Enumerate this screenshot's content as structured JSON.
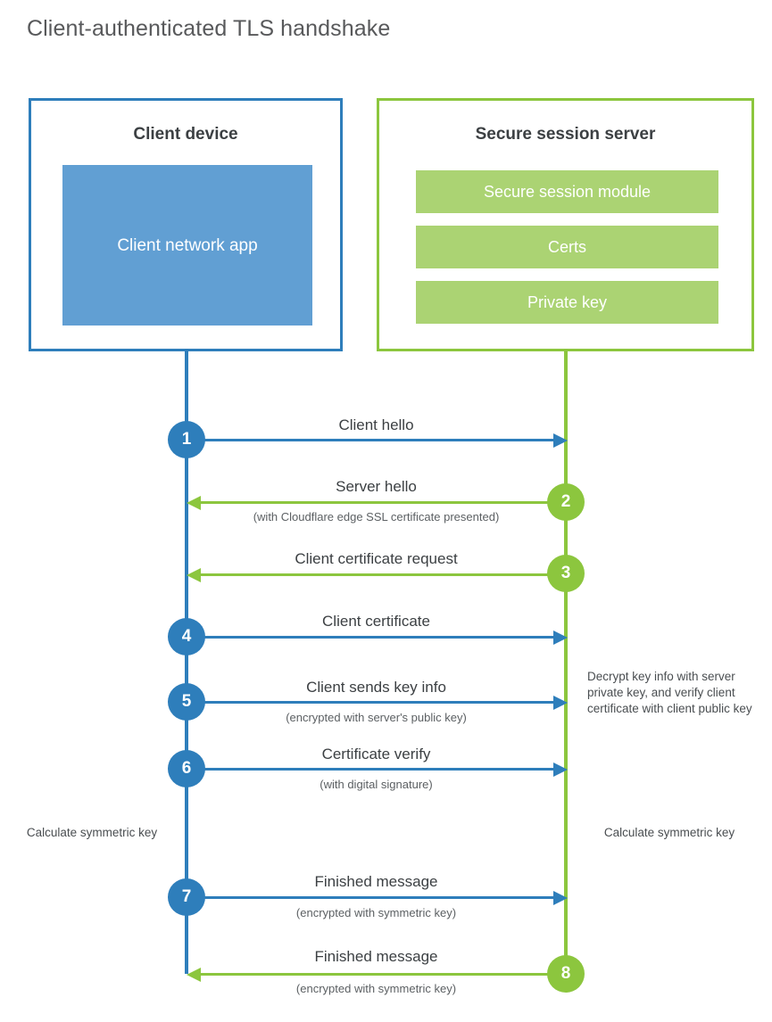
{
  "diagram": {
    "title": "Client-authenticated TLS handshake",
    "colors": {
      "client_blue": "#2e7ebb",
      "client_app_fill": "#619fd3",
      "server_green": "#8cc63e",
      "server_bar_fill": "#abd373",
      "text": "#3c4043",
      "title_text": "#58595b",
      "background": "#ffffff"
    },
    "actors": {
      "client": {
        "title": "Client device",
        "inner": {
          "label": "Client network app"
        }
      },
      "server": {
        "title": "Secure session server",
        "bars": [
          {
            "label": "Secure session module"
          },
          {
            "label": "Certs"
          },
          {
            "label": "Private key"
          }
        ]
      }
    },
    "steps": [
      {
        "number": "1",
        "origin": "client",
        "direction": "client-to-server",
        "label": "Client hello",
        "sublabel": ""
      },
      {
        "number": "2",
        "origin": "server",
        "direction": "server-to-client",
        "label": "Server hello",
        "sublabel": "(with Cloudflare edge SSL certificate presented)"
      },
      {
        "number": "3",
        "origin": "server",
        "direction": "server-to-client",
        "label": "Client certificate request",
        "sublabel": ""
      },
      {
        "number": "4",
        "origin": "client",
        "direction": "client-to-server",
        "label": "Client certificate",
        "sublabel": ""
      },
      {
        "number": "5",
        "origin": "client",
        "direction": "client-to-server",
        "label": "Client sends key info",
        "sublabel": "(encrypted with server's public key)"
      },
      {
        "number": "6",
        "origin": "client",
        "direction": "client-to-server",
        "label": "Certificate verify",
        "sublabel": "(with digital signature)"
      },
      {
        "number": "7",
        "origin": "client",
        "direction": "client-to-server",
        "label": "Finished message",
        "sublabel": "(encrypted with symmetric key)"
      },
      {
        "number": "8",
        "origin": "server",
        "direction": "server-to-client",
        "label": "Finished message",
        "sublabel": "(encrypted with symmetric key)"
      }
    ],
    "annotations": {
      "server_decrypt": "Decrypt key info with server private key, and verify client certificate with client public key",
      "client_calculate": "Calculate symmetric key",
      "server_calculate": "Calculate symmetric key"
    }
  }
}
